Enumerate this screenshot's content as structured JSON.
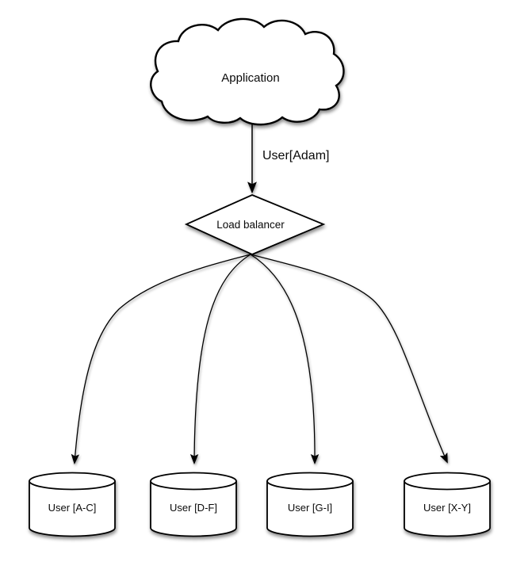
{
  "diagram": {
    "application": {
      "label": "Application"
    },
    "request_edge": {
      "label": "User[Adam]"
    },
    "load_balancer": {
      "label": "Load balancer"
    },
    "shards": [
      {
        "label": "User [A-C]"
      },
      {
        "label": "User [D-F]"
      },
      {
        "label": "User [G-I]"
      },
      {
        "label": "User [X-Y]"
      }
    ],
    "colors": {
      "ink": "#000000",
      "shape_fill": "#ffffff",
      "background": "#ffffff"
    }
  }
}
